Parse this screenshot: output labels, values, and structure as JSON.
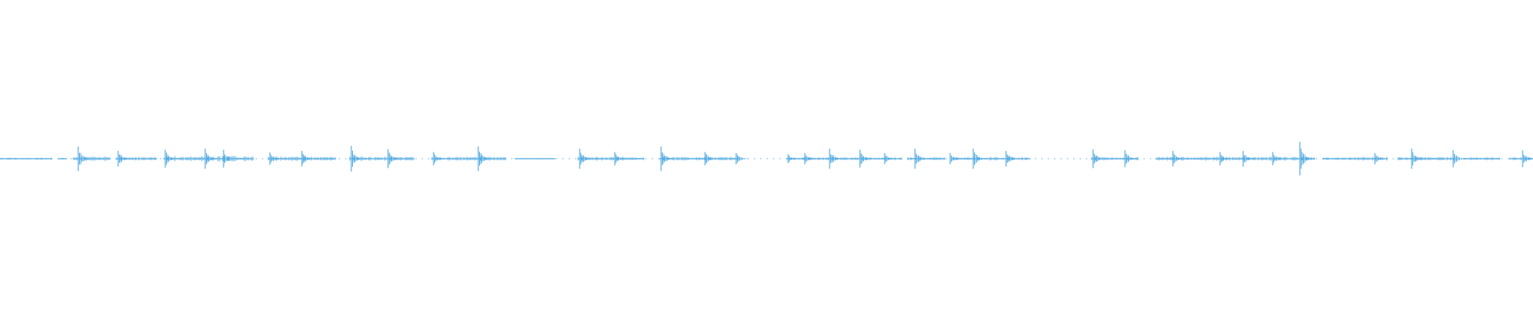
{
  "waveform": {
    "color": "#5aaee3",
    "segments": [
      {
        "start": 0.0,
        "end": 0.034,
        "amp": 0.05
      },
      {
        "start": 0.038,
        "end": 0.044,
        "amp": 0.04
      },
      {
        "start": 0.048,
        "end": 0.072,
        "amp": 0.1
      },
      {
        "start": 0.076,
        "end": 0.102,
        "amp": 0.08
      },
      {
        "start": 0.107,
        "end": 0.165,
        "amp": 0.12
      },
      {
        "start": 0.175,
        "end": 0.219,
        "amp": 0.1
      },
      {
        "start": 0.228,
        "end": 0.27,
        "amp": 0.09
      },
      {
        "start": 0.282,
        "end": 0.33,
        "amp": 0.09
      },
      {
        "start": 0.336,
        "end": 0.362,
        "amp": 0.03
      },
      {
        "start": 0.377,
        "end": 0.42,
        "amp": 0.09
      },
      {
        "start": 0.43,
        "end": 0.482,
        "amp": 0.08
      },
      {
        "start": 0.513,
        "end": 0.588,
        "amp": 0.07
      },
      {
        "start": 0.592,
        "end": 0.616,
        "amp": 0.07
      },
      {
        "start": 0.622,
        "end": 0.672,
        "amp": 0.08
      },
      {
        "start": 0.712,
        "end": 0.742,
        "amp": 0.08
      },
      {
        "start": 0.754,
        "end": 0.858,
        "amp": 0.09
      },
      {
        "start": 0.863,
        "end": 0.905,
        "amp": 0.08
      },
      {
        "start": 0.912,
        "end": 0.95,
        "amp": 0.08
      },
      {
        "start": 0.954,
        "end": 0.978,
        "amp": 0.07
      },
      {
        "start": 0.985,
        "end": 1.0,
        "amp": 0.07
      }
    ],
    "spikes": [
      {
        "t": 0.051,
        "amp": 0.55
      },
      {
        "t": 0.077,
        "amp": 0.35
      },
      {
        "t": 0.108,
        "amp": 0.4
      },
      {
        "t": 0.134,
        "amp": 0.45
      },
      {
        "t": 0.146,
        "amp": 0.4
      },
      {
        "t": 0.176,
        "amp": 0.28
      },
      {
        "t": 0.197,
        "amp": 0.35
      },
      {
        "t": 0.229,
        "amp": 0.58
      },
      {
        "t": 0.253,
        "amp": 0.42
      },
      {
        "t": 0.283,
        "amp": 0.3
      },
      {
        "t": 0.312,
        "amp": 0.55
      },
      {
        "t": 0.378,
        "amp": 0.45
      },
      {
        "t": 0.401,
        "amp": 0.3
      },
      {
        "t": 0.431,
        "amp": 0.55
      },
      {
        "t": 0.46,
        "amp": 0.3
      },
      {
        "t": 0.48,
        "amp": 0.25
      },
      {
        "t": 0.514,
        "amp": 0.2
      },
      {
        "t": 0.525,
        "amp": 0.25
      },
      {
        "t": 0.541,
        "amp": 0.45
      },
      {
        "t": 0.561,
        "amp": 0.4
      },
      {
        "t": 0.577,
        "amp": 0.25
      },
      {
        "t": 0.597,
        "amp": 0.45
      },
      {
        "t": 0.62,
        "amp": 0.25
      },
      {
        "t": 0.635,
        "amp": 0.45
      },
      {
        "t": 0.656,
        "amp": 0.35
      },
      {
        "t": 0.713,
        "amp": 0.42
      },
      {
        "t": 0.734,
        "amp": 0.38
      },
      {
        "t": 0.765,
        "amp": 0.35
      },
      {
        "t": 0.796,
        "amp": 0.3
      },
      {
        "t": 0.811,
        "amp": 0.35
      },
      {
        "t": 0.83,
        "amp": 0.3
      },
      {
        "t": 0.848,
        "amp": 0.75
      },
      {
        "t": 0.897,
        "amp": 0.25
      },
      {
        "t": 0.921,
        "amp": 0.45
      },
      {
        "t": 0.948,
        "amp": 0.38
      },
      {
        "t": 0.993,
        "amp": 0.38
      }
    ]
  }
}
